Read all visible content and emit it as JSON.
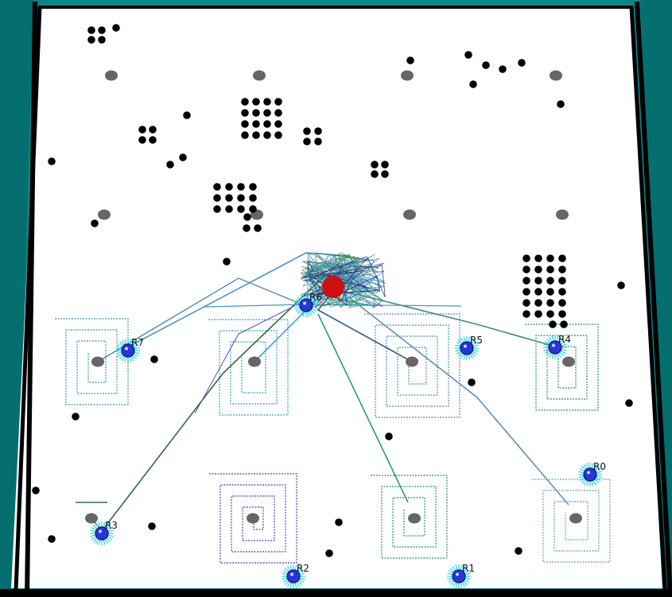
{
  "colors": {
    "wall": "#0a8686",
    "wall_dark": "#056e6e",
    "floor": "#ffffff",
    "frame": "#000000",
    "target": "#666666",
    "obstacle": "#000000",
    "robot": "#2a35d8",
    "robot_halo": "#25d8e8",
    "goal": "#cc1111"
  },
  "icons": {
    "robot": "robot-marker-icon",
    "goal": "goal-marker-icon",
    "waypoint": "waypoint-icon",
    "obstacle": "obstacle-dot-icon"
  },
  "robots": [
    {
      "label": "R0"
    },
    {
      "label": "R1"
    },
    {
      "label": "R2"
    },
    {
      "label": "R3"
    },
    {
      "label": "R4"
    },
    {
      "label": "R5"
    },
    {
      "label": "R6"
    },
    {
      "label": "R7"
    }
  ]
}
